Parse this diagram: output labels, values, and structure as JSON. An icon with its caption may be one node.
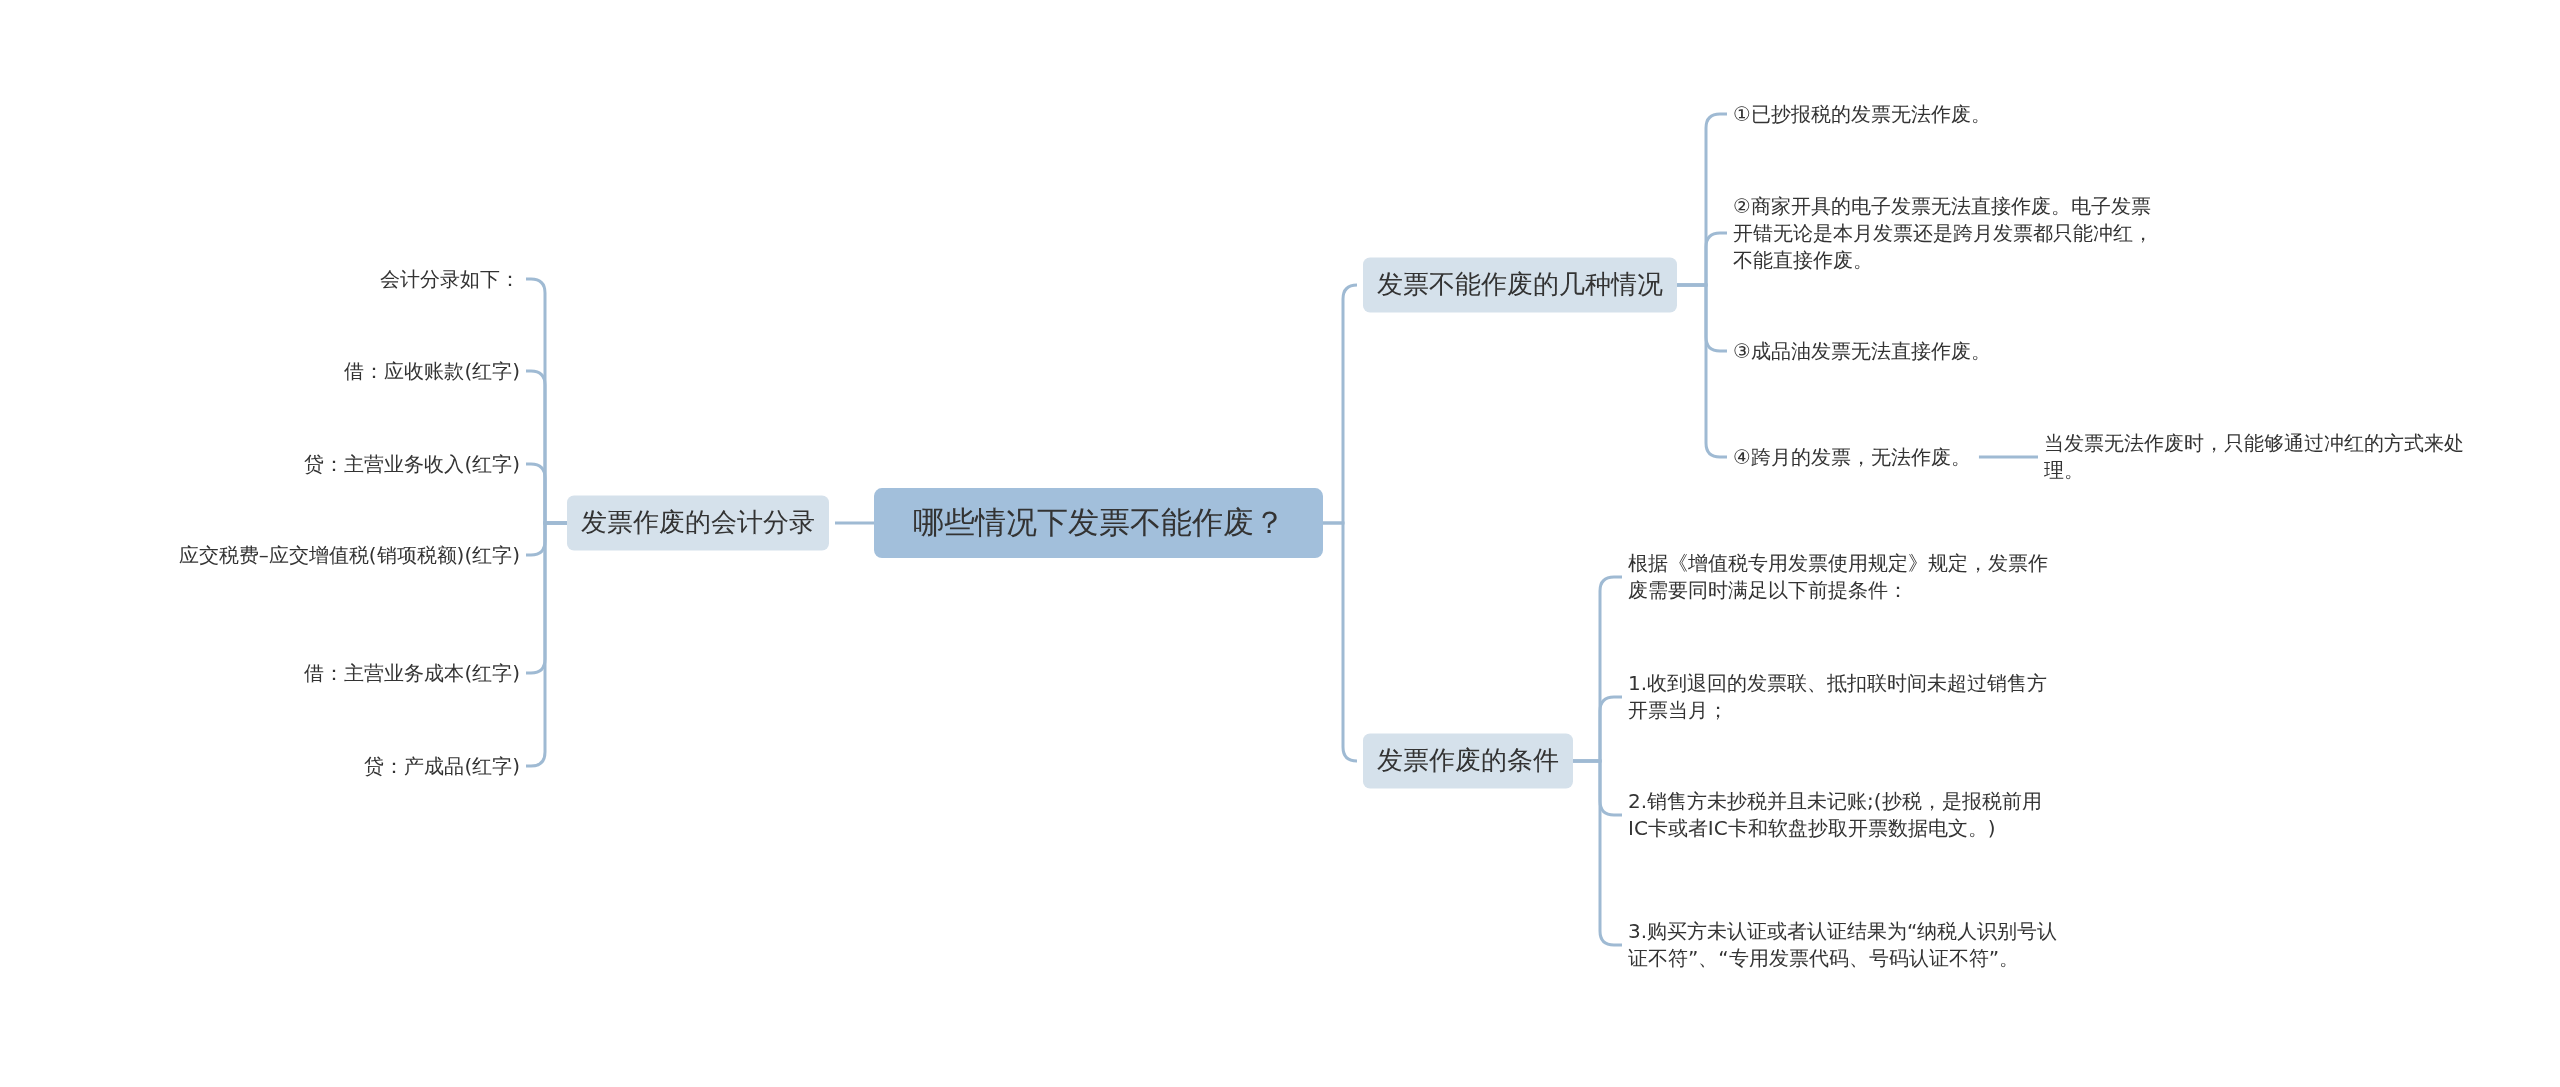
{
  "diagram": {
    "nodes": [
      {
        "text": [
          "哪些情况下发票不能作废？"
        ]
      },
      {
        "text": [
          "发票作废的会计分录"
        ]
      },
      {
        "text": [
          "会计分录如下："
        ]
      },
      {
        "text": [
          "借：应收账款(红字)"
        ]
      },
      {
        "text": [
          "贷：主营业务收入(红字)"
        ]
      },
      {
        "text": [
          "应交税费–应交增值税(销项税额)(红字)"
        ]
      },
      {
        "text": [
          "借：主营业务成本(红字)"
        ]
      },
      {
        "text": [
          "贷：产成品(红字)"
        ]
      },
      {
        "text": [
          "发票不能作废的几种情况"
        ]
      },
      {
        "text": [
          "①已抄报税的发票无法作废。"
        ]
      },
      {
        "text": [
          "②商家开具的电子发票无法直接作废。电子发票开错无论是本月发票还是跨月发票都只能冲红，不能直接作废。"
        ]
      },
      {
        "text": [
          "③成品油发票无法直接作废。"
        ]
      },
      {
        "text": [
          "④跨月的发票，无法作废。"
        ]
      },
      {
        "text": [
          "当发票无法作废时，只能够通过冲红的方式来处理。"
        ]
      },
      {
        "text": [
          "发票作废的条件"
        ]
      },
      {
        "text": [
          "根据《增值税专用发票使用规定》规定，发票作废需要同时满足以下前提条件："
        ]
      },
      {
        "text": [
          "1.收到退回的发票联、抵扣联时间未超过销售方开票当月；"
        ]
      },
      {
        "text": [
          "2.销售方未抄税并且未记账;(抄税，是报税前用IC卡或者IC卡和软盘抄取开票数据电文。)"
        ]
      },
      {
        "text": [
          "3.购买方未认证或者认证结果为“纳税人识别号认证不符”、“专用发票代码、号码认证不符”。"
        ]
      }
    ],
    "edges": [
      {
        "from": 0,
        "to": 1,
        "arrow": "none"
      },
      {
        "from": 1,
        "to": 2,
        "arrow": "none"
      },
      {
        "from": 1,
        "to": 3,
        "arrow": "none"
      },
      {
        "from": 1,
        "to": 4,
        "arrow": "none"
      },
      {
        "from": 1,
        "to": 5,
        "arrow": "none"
      },
      {
        "from": 1,
        "to": 6,
        "arrow": "none"
      },
      {
        "from": 1,
        "to": 7,
        "arrow": "none"
      },
      {
        "from": 0,
        "to": 8,
        "arrow": "none"
      },
      {
        "from": 8,
        "to": 9,
        "arrow": "none"
      },
      {
        "from": 8,
        "to": 10,
        "arrow": "none"
      },
      {
        "from": 8,
        "to": 11,
        "arrow": "none"
      },
      {
        "from": 8,
        "to": 12,
        "arrow": "none"
      },
      {
        "from": 12,
        "to": 13,
        "arrow": "none"
      },
      {
        "from": 0,
        "to": 14,
        "arrow": "none"
      },
      {
        "from": 14,
        "to": 15,
        "arrow": "none"
      },
      {
        "from": 14,
        "to": 16,
        "arrow": "none"
      },
      {
        "from": 14,
        "to": 17,
        "arrow": "none"
      },
      {
        "from": 14,
        "to": 18,
        "arrow": "none"
      }
    ]
  }
}
